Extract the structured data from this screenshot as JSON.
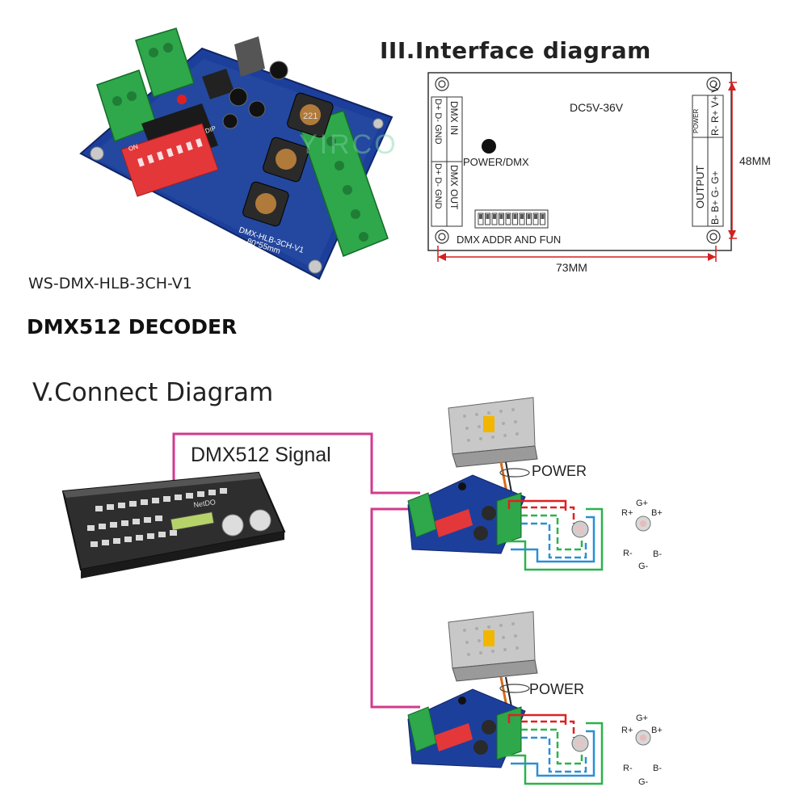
{
  "header": {
    "interface_title": "III.Interface diagram",
    "model": "WS-DMX-HLB-3CH-V1",
    "product": "DMX512 DECODER",
    "connect_title": "V.Connect Diagram"
  },
  "interface": {
    "voltage": "DC5V-36V",
    "dmx_in": "DMX IN",
    "dmx_in_pins": "D+ D- GND",
    "dmx_out": "DMX OUT",
    "dmx_out_pins": "D+ D- GND",
    "power_dmx": "POWER/DMX",
    "addr_label": "DMX ADDR AND FUN",
    "power_label": "POWER",
    "power_pins": "R- R+ V+ V-",
    "output_label": "OUTPUT",
    "output_pins": "B- B+ G- G+",
    "width": "73MM",
    "height": "48MM"
  },
  "board": {
    "silk_model": "DMX-HLB-3CH-V1",
    "silk_size": "80*55mm",
    "dip_on": "ON",
    "dip_label": "DIP",
    "coil": "221"
  },
  "connect": {
    "signal": "DMX512 Signal",
    "power_1": "POWER",
    "power_2": "POWER",
    "console_brand": "NetDO",
    "led_labels": {
      "g_plus": "G+",
      "r_plus": "R+",
      "b_plus": "B+",
      "r_minus": "R-",
      "b_minus": "B-",
      "g_minus": "G-"
    },
    "watermark": "YIRCO"
  },
  "colors": {
    "pcb": "#1d3f9c",
    "terminal": "#2ea84a",
    "dip": "#e4373a",
    "signal_wire": "#d23a8c",
    "red_wire": "#e02020",
    "green_wire": "#2bb24c",
    "blue_wire": "#2a8fd6",
    "dimension": "#d42020"
  }
}
